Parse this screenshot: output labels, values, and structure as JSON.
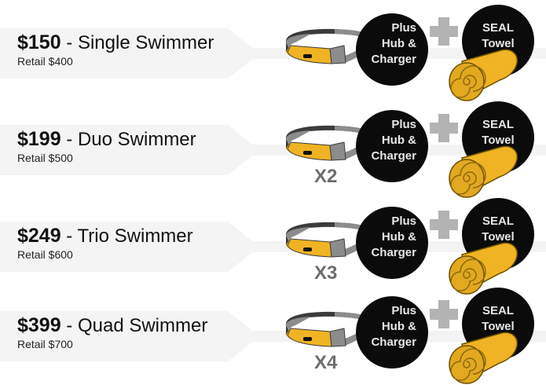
{
  "colors": {
    "accent_yellow": "#f0b323",
    "band_grey": "#8c8c8c",
    "circle_black": "#0b0b0b",
    "plus_grey": "#b3b3b3",
    "qty_grey": "#6d6d6d",
    "banner_bg": "#f4f4f4"
  },
  "common": {
    "hub_lines": [
      "Plus",
      "Hub &",
      "Charger"
    ],
    "towel_lines": [
      "SEAL",
      "Towel"
    ],
    "icons": [
      "swim-band-icon",
      "plus-icon",
      "rolled-towel-icon"
    ]
  },
  "packages": [
    {
      "price": "$150",
      "separator": " - ",
      "name": "Single Swimmer",
      "retail": "Retail $400",
      "quantity": ""
    },
    {
      "price": "$199",
      "separator": " - ",
      "name": "Duo Swimmer",
      "retail": "Retail $500",
      "quantity": "X2"
    },
    {
      "price": "$249",
      "separator": " - ",
      "name": "Trio Swimmer",
      "retail": "Retail $600",
      "quantity": "X3"
    },
    {
      "price": "$399",
      "separator": " - ",
      "name": "Quad Swimmer",
      "retail": "Retail $700",
      "quantity": "X4"
    }
  ]
}
